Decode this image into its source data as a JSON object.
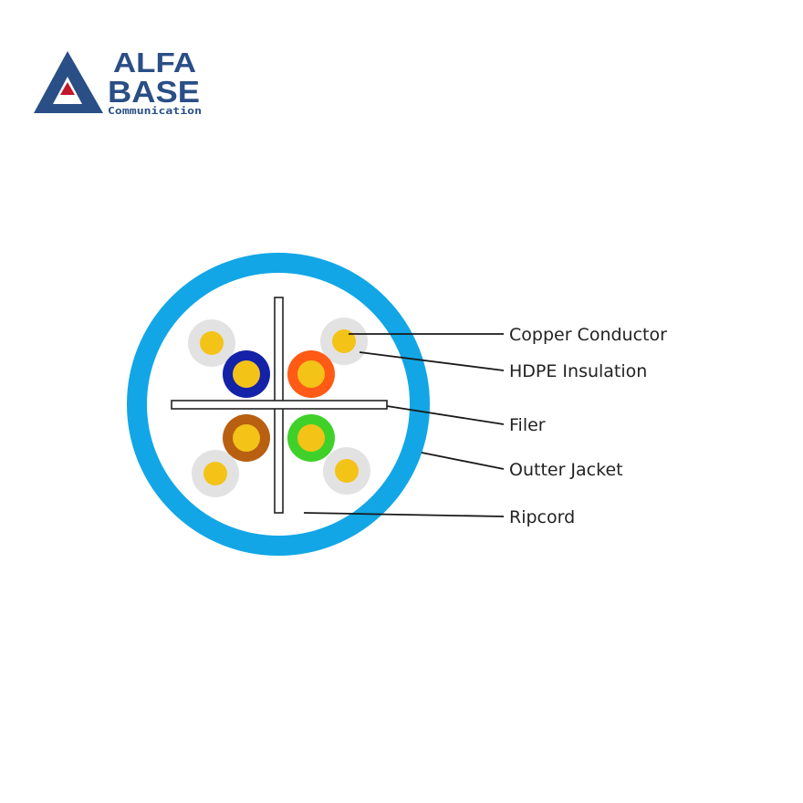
{
  "logo": {
    "line1": "ALFA",
    "line2": "BASE",
    "line3": "Communication",
    "colors": {
      "navy": "#2a4e86",
      "red": "#c0182a"
    }
  },
  "diagram": {
    "colors": {
      "jacket": "#12a6e6",
      "conductor": "#f3c318",
      "white_insulation": "#e2e2e2",
      "blue_insulation": "#1422a8",
      "orange_insulation": "#ff5a16",
      "brown_insulation": "#b85f12",
      "green_insulation": "#3fd12a",
      "filler_stroke": "#222222",
      "callout_line": "#1a1a1a"
    },
    "callouts": [
      {
        "id": "copper-conductor",
        "label": "Copper Conductor"
      },
      {
        "id": "hdpe-insulation",
        "label": "HDPE Insulation"
      },
      {
        "id": "filler",
        "label": "Filer"
      },
      {
        "id": "outer-jacket",
        "label": "Outter Jacket"
      },
      {
        "id": "ripcord",
        "label": "Ripcord"
      }
    ]
  }
}
